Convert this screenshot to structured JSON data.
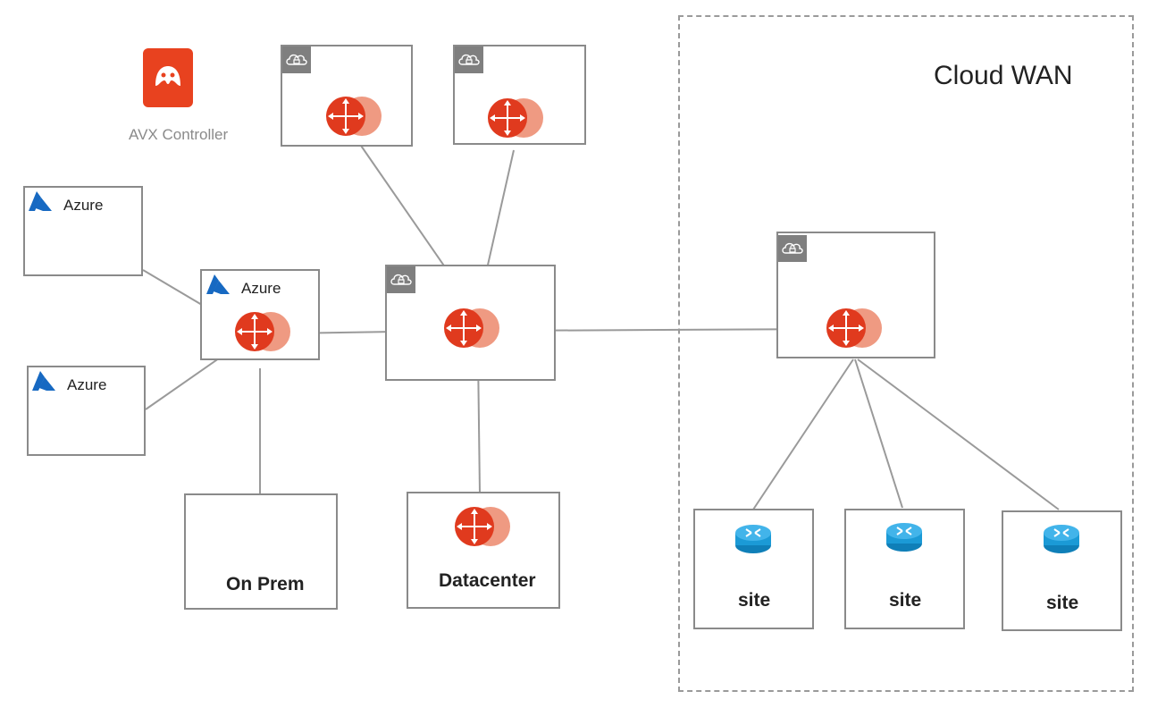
{
  "controller": {
    "label": "AVX Controller",
    "logo_color": "#e8421f"
  },
  "azure_spoke_1": {
    "label": "Azure"
  },
  "azure_spoke_2": {
    "label": "Azure"
  },
  "azure_transit": {
    "label": "Azure"
  },
  "on_prem": {
    "label": "On Prem"
  },
  "datacenter": {
    "label": "Datacenter"
  },
  "cloud_wan": {
    "label": "Cloud WAN"
  },
  "sites": [
    {
      "label": "site"
    },
    {
      "label": "site"
    },
    {
      "label": "site"
    }
  ],
  "colors": {
    "gateway_primary": "#e03a1e",
    "gateway_secondary": "#ef9a82",
    "azure_blue": "#1769c2",
    "router_blue": "#1b9ad6",
    "line": "#9a9a9a",
    "box_border": "#8a8a8a",
    "badge": "#7f7f7f"
  }
}
